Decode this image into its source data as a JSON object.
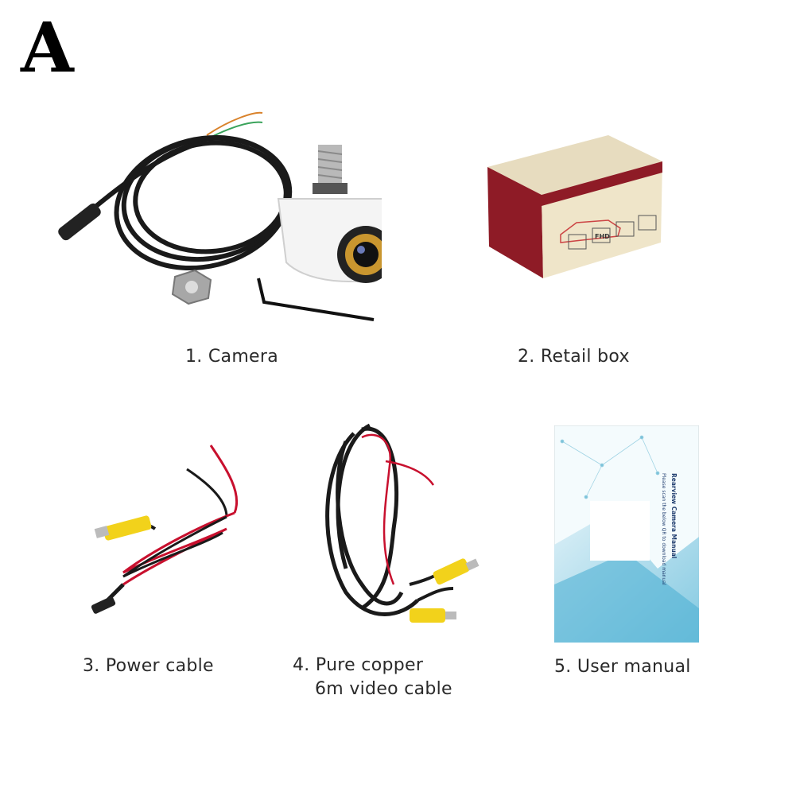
{
  "panel_label": "A",
  "items": [
    {
      "caption": "1. Camera"
    },
    {
      "caption": "2. Retail box"
    },
    {
      "caption": "3. Power cable"
    },
    {
      "caption_line1": "4. Pure copper",
      "caption_line2": "6m video cable"
    },
    {
      "caption": "5. User manual"
    }
  ],
  "box_print": {
    "fhd": "FHD"
  },
  "manual_print": {
    "title": "Rearview Camera Manual",
    "subtitle": "Please scan the below QR to download manual"
  },
  "colors": {
    "background": "#ffffff",
    "cable": "#1a1a1a",
    "rca_yellow": "#f2d21b",
    "red_wire": "#c8102e",
    "box_red": "#8e1b26",
    "box_cream": "#efe5c9",
    "camera_body": "#f4f4f4",
    "lens_gold": "#c9962f"
  }
}
